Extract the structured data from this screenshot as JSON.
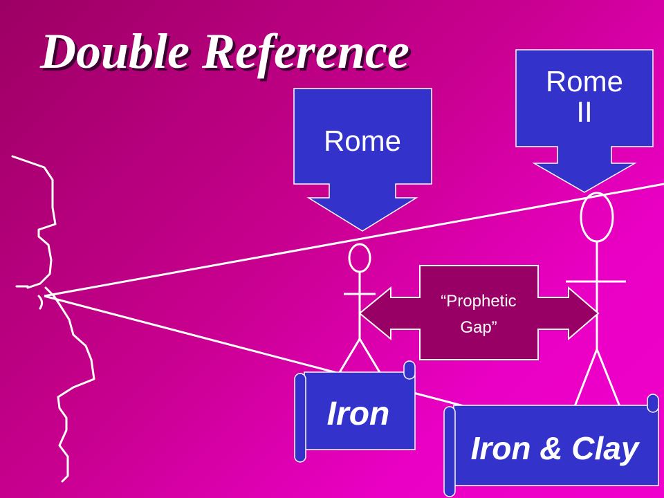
{
  "slide": {
    "title": "Double Reference",
    "callouts": {
      "rome": {
        "label": "Rome"
      },
      "rome2": {
        "line1": "Rome",
        "line2": "II"
      }
    },
    "gap": {
      "line1": "“Prophetic",
      "line2": "Gap”"
    },
    "scrolls": {
      "iron": {
        "label": "Iron"
      },
      "iron_clay": {
        "label": "Iron & Clay"
      }
    },
    "colors": {
      "callout_fill": "#3333cc",
      "gap_fill": "#990066",
      "line": "#ffffff"
    }
  }
}
